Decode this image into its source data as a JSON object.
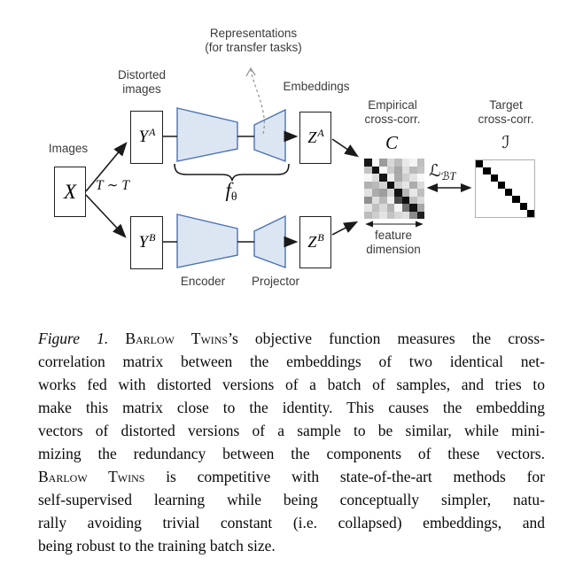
{
  "figure": {
    "labels": {
      "images": "Images",
      "distorted_line1": "Distorted",
      "distorted_line2": "images",
      "representations_line1": "Representations",
      "representations_line2": "(for transfer tasks)",
      "embeddings": "Embeddings",
      "empirical_line1": "Empirical",
      "empirical_line2": "cross-corr.",
      "target_line1": "Target",
      "target_line2": "cross-corr.",
      "encoder": "Encoder",
      "projector": "Projector",
      "feature_line1": "feature",
      "feature_line2": "dimension"
    },
    "nodes": {
      "x": "X",
      "y_base": "Y",
      "z_base": "Z",
      "a_sup": "A",
      "b_sup": "B",
      "transform_t1": "T",
      "transform_tilde": "∼",
      "transform_t2": "T",
      "f_base": "f",
      "f_sub": "θ",
      "c_symbol": "C",
      "i_symbol": "ℐ",
      "loss_l": "ℒ",
      "loss_sub_b": "ℬ",
      "loss_sub_t": "T"
    },
    "colors": {
      "trapezoid_fill": "#dce6f3",
      "trapezoid_stroke": "#4a72b4",
      "line": "#1a1a1a",
      "dashed": "#8f8f8f",
      "label_text": "#3b3b3b",
      "matrix_border": "#b0b0b0",
      "identity_cell": "#000000"
    },
    "empirical_matrix": [
      [
        "#171717",
        "#f7f7f7",
        "#9b9b9b",
        "#d8d8d8",
        "#bdbdbd",
        "#e9e9e9",
        "#f4f4f4",
        "#bfbfbf"
      ],
      [
        "#c3c3c3",
        "#121212",
        "#fbfbfb",
        "#cbcbcb",
        "#a7a7a7",
        "#dfdfdf",
        "#b9b9b9",
        "#c5c5c5"
      ],
      [
        "#f6f6f6",
        "#dcdcdc",
        "#161616",
        "#efefef",
        "#ababab",
        "#cecece",
        "#e3e3e3",
        "#f8f8f8"
      ],
      [
        "#b1b1b1",
        "#bababa",
        "#d4d4d4",
        "#111111",
        "#cfcfcf",
        "#e5e5e5",
        "#acacac",
        "#dbdbdb"
      ],
      [
        "#e1e1e1",
        "#ababab",
        "#9e9e9e",
        "#d5d5d5",
        "#131313",
        "#b6b6b6",
        "#e7e7e7",
        "#bebebe"
      ],
      [
        "#909090",
        "#dedede",
        "#b8b8b8",
        "#f1f1f1",
        "#4b4b4b",
        "#101010",
        "#c1c1c1",
        "#dbdbdb"
      ],
      [
        "#e5e5e5",
        "#c0c0c0",
        "#d9d9d9",
        "#b3b3b3",
        "#f5f5f5",
        "#6f6f6f",
        "#131313",
        "#a7a7a7"
      ],
      [
        "#bcbcbc",
        "#cecece",
        "#e3e3e3",
        "#c3c3c3",
        "#d7d7d7",
        "#dfdfdf",
        "#8b8b8b",
        "#1f1f1f"
      ]
    ],
    "identity_size": 8
  },
  "caption": {
    "lines": [
      {
        "justify": true,
        "runs": [
          {
            "t": "Figure 1.",
            "s": "i"
          },
          {
            "t": " ",
            "s": ""
          },
          {
            "t": "Barlow Twins",
            "s": "sc"
          },
          {
            "t": "’s objective function measures the cross-",
            "s": ""
          }
        ]
      },
      {
        "justify": true,
        "runs": [
          {
            "t": "correlation matrix between the embeddings of two identical net-",
            "s": ""
          }
        ]
      },
      {
        "justify": true,
        "runs": [
          {
            "t": "works fed with distorted versions of a batch of samples, and tries to",
            "s": ""
          }
        ]
      },
      {
        "justify": true,
        "runs": [
          {
            "t": "make this matrix close to the identity. This causes the embedding",
            "s": ""
          }
        ]
      },
      {
        "justify": true,
        "runs": [
          {
            "t": "vectors of distorted versions of a sample to be similar, while mini-",
            "s": ""
          }
        ]
      },
      {
        "justify": true,
        "runs": [
          {
            "t": "mizing the redundancy between the components of these vectors.",
            "s": ""
          }
        ]
      },
      {
        "justify": true,
        "runs": [
          {
            "t": "Barlow Twins",
            "s": "sc"
          },
          {
            "t": " is competitive with state-of-the-art methods for",
            "s": ""
          }
        ]
      },
      {
        "justify": true,
        "runs": [
          {
            "t": "self-supervised learning while being conceptually simpler, natu-",
            "s": ""
          }
        ]
      },
      {
        "justify": true,
        "runs": [
          {
            "t": "rally avoiding trivial constant (i.e.  collapsed) embeddings, and",
            "s": ""
          }
        ]
      },
      {
        "justify": false,
        "runs": [
          {
            "t": "being robust to the training batch size.",
            "s": ""
          }
        ]
      }
    ]
  }
}
